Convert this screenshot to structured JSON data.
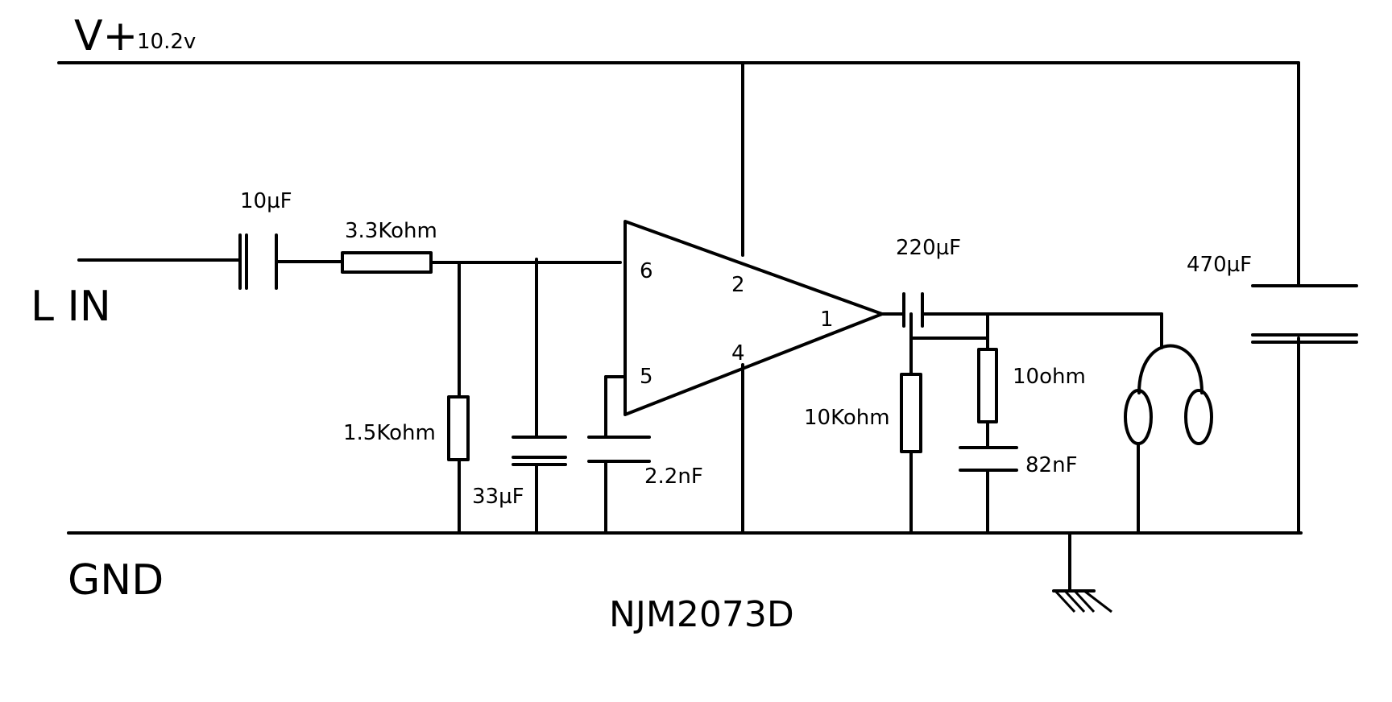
{
  "rails": {
    "vplus": "V+",
    "vplus_voltage": "10.2v",
    "gnd": "GND"
  },
  "input_label": "L IN",
  "chip_label": "NJM2073D",
  "pins": {
    "p6": "6",
    "p2": "2",
    "p1": "1",
    "p5": "5",
    "p4": "4"
  },
  "components": {
    "c_in": "10µF",
    "r_series": "3.3Kohm",
    "r_shunt": "1.5Kohm",
    "c_shunt": "33µF",
    "c_pin5": "2.2nF",
    "c_out": "220µF",
    "r_load": "10Kohm",
    "r_zobel": "10ohm",
    "c_zobel": "82nF",
    "c_supply": "470µF"
  },
  "icons": {
    "headphones": "headphones-icon",
    "ground": "ground-icon",
    "amplifier": "op-amp-triangle-icon"
  }
}
